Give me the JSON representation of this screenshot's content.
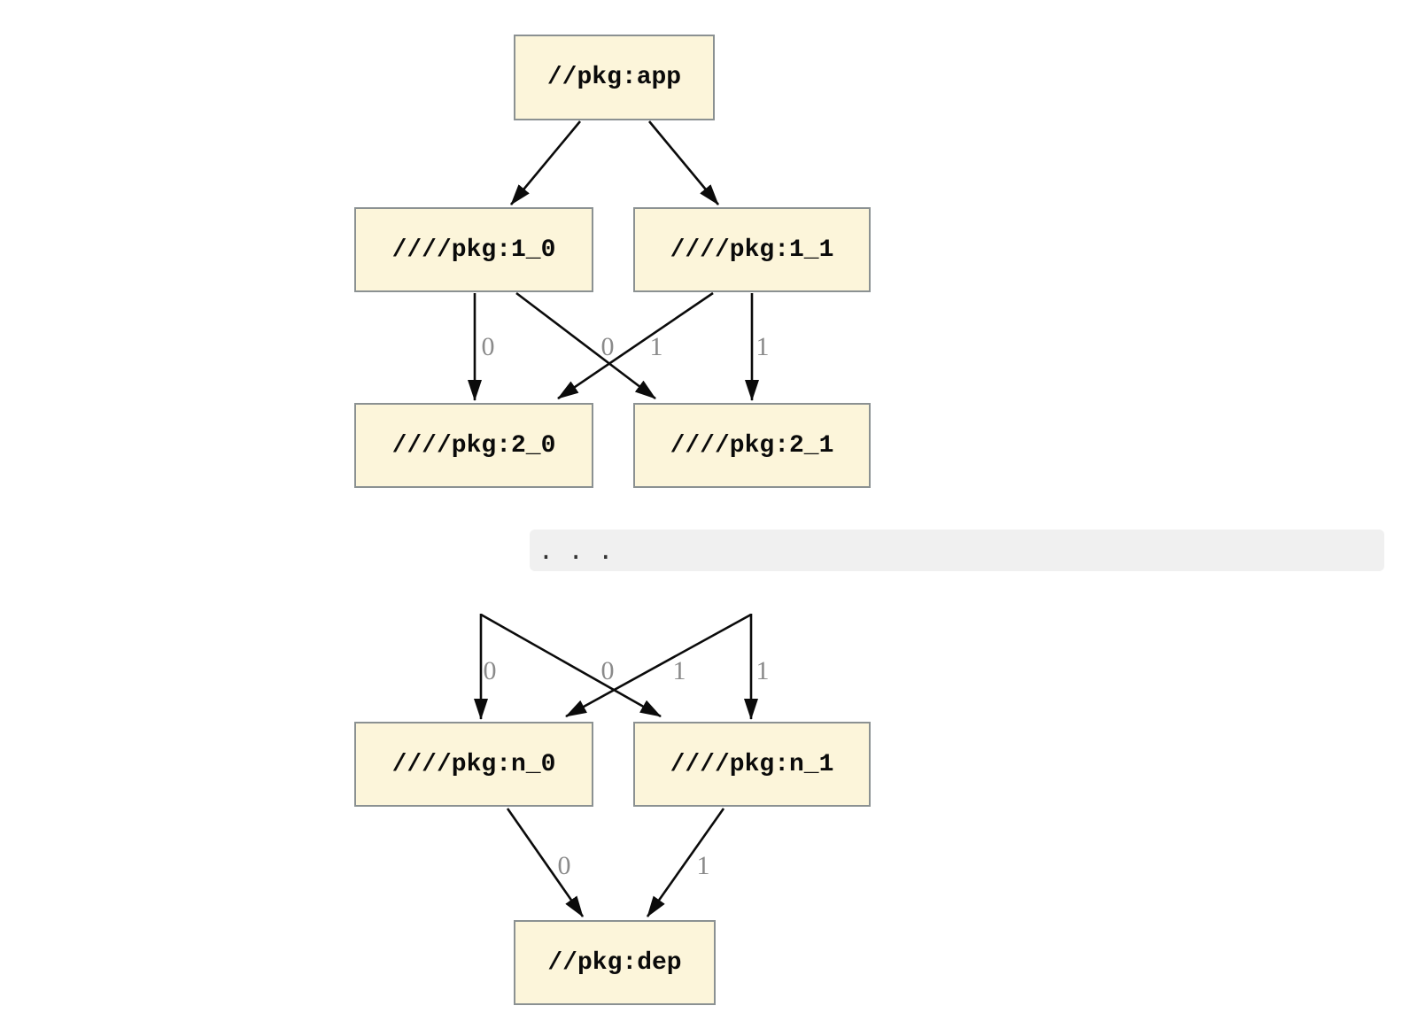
{
  "diagram": {
    "type": "dependency-graph",
    "nodes": [
      {
        "id": "app",
        "label": "//pkg:app"
      },
      {
        "id": "1_0",
        "label": "////pkg:1_0"
      },
      {
        "id": "1_1",
        "label": "////pkg:1_1"
      },
      {
        "id": "2_0",
        "label": "////pkg:2_0"
      },
      {
        "id": "2_1",
        "label": "////pkg:2_1"
      },
      {
        "id": "n_0",
        "label": "////pkg:n_0"
      },
      {
        "id": "n_1",
        "label": "////pkg:n_1"
      },
      {
        "id": "dep",
        "label": "//pkg:dep"
      }
    ],
    "ellipsis_text": ". . .",
    "edges": [
      {
        "from": "app",
        "to": "1_0",
        "label": ""
      },
      {
        "from": "app",
        "to": "1_1",
        "label": ""
      },
      {
        "from": "1_0",
        "to": "2_0",
        "label": "0"
      },
      {
        "from": "1_1",
        "to": "2_0",
        "label": "0"
      },
      {
        "from": "1_0",
        "to": "2_1",
        "label": "1"
      },
      {
        "from": "1_1",
        "to": "2_1",
        "label": "1"
      },
      {
        "from": "ellipsis",
        "to": "n_0",
        "label": "0"
      },
      {
        "from": "ellipsis",
        "to": "n_0",
        "label": "0"
      },
      {
        "from": "ellipsis",
        "to": "n_1",
        "label": "1"
      },
      {
        "from": "ellipsis",
        "to": "n_1",
        "label": "1"
      },
      {
        "from": "n_0",
        "to": "dep",
        "label": "0"
      },
      {
        "from": "n_1",
        "to": "dep",
        "label": "1"
      }
    ],
    "colors": {
      "node_fill": "#FCF5DA",
      "node_border": "#8B9192",
      "edge": "#0B0B0B",
      "edge_label": "#8A8A8A",
      "ellipsis_background": "#F0F0F0",
      "page_background": "#FFFFFF"
    }
  }
}
